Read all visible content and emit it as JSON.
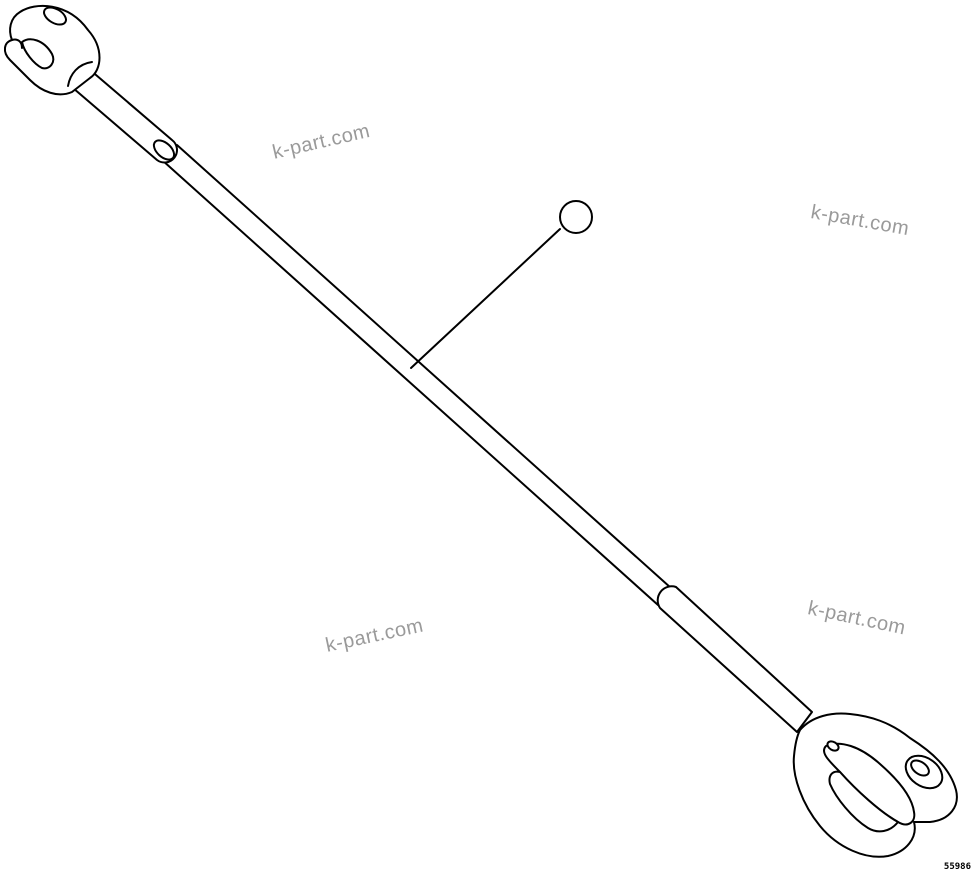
{
  "watermarks": [
    "k-part.com",
    "k-part.com",
    "k-part.com",
    "k-part.com"
  ],
  "callout": {
    "label": ""
  },
  "figure_id": "55986",
  "colors": {
    "line": "#000000",
    "background": "#ffffff",
    "watermark": "#9a9a9a"
  }
}
